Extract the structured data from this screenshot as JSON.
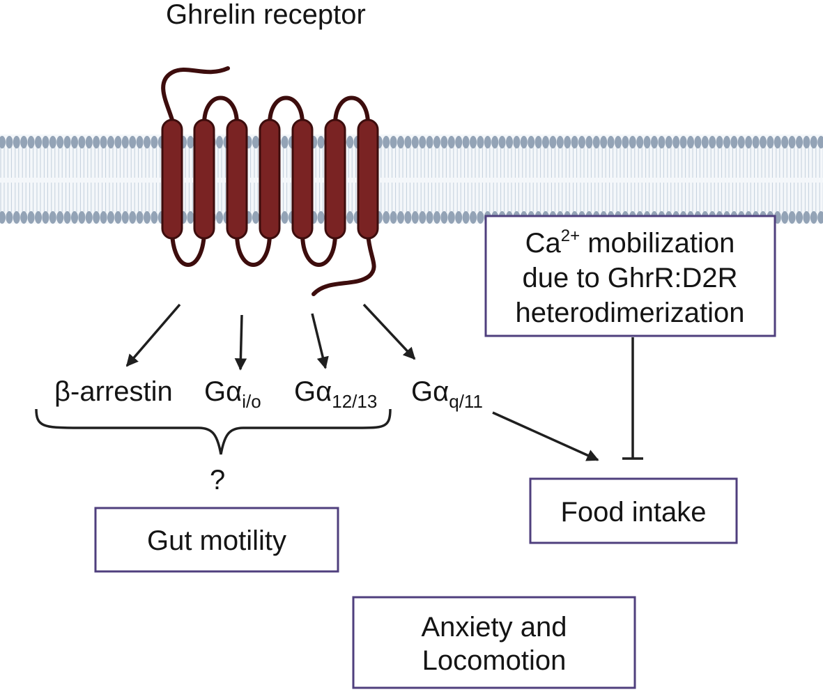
{
  "diagram": {
    "title": "Ghrelin receptor",
    "colors": {
      "receptor": "#7a2323",
      "receptor_outline": "#3d0d0d",
      "membrane_head": "#93a3b6",
      "membrane_tail": "#c2cfdc",
      "box_border": "#4f3f7d",
      "arrow": "#1f1f1f"
    },
    "pathways": {
      "beta_arrestin": "β-arrestin",
      "gai_o": {
        "base": "Gα",
        "sub": "i/o"
      },
      "ga12_13": {
        "base": "Gα",
        "sub": "12/13"
      },
      "gaq_11": {
        "base": "Gα",
        "sub": "q/11"
      }
    },
    "unknown_link": "?",
    "boxes": {
      "calcium": {
        "line1_base": "Ca",
        "line1_sup": "2+",
        "line1_rest": " mobilization",
        "line2": "due to GhrR:D2R",
        "line3": "heterodimerization"
      },
      "food_intake": "Food intake",
      "gut_motility": "Gut motility",
      "anxiety": {
        "line1": "Anxiety and",
        "line2": "Locomotion"
      }
    }
  }
}
